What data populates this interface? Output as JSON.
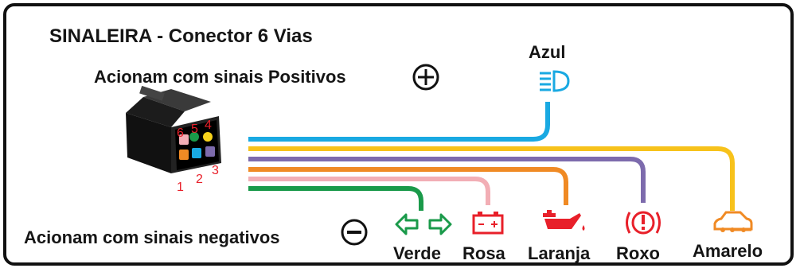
{
  "title": "SINALEIRA - Conector 6 Vias",
  "positive_label": "Acionam com sinais Positivos",
  "negative_label": "Acionam com sinais negativos",
  "connector": {
    "pin_numbers": [
      "1",
      "2",
      "3",
      "4",
      "5",
      "6"
    ]
  },
  "wires": [
    {
      "name": "Azul",
      "color": "#19a9e2",
      "icon": "high-beam-headlight-icon"
    },
    {
      "name": "Amarelo",
      "color": "#f7c21b",
      "icon": "car-alarm-icon"
    },
    {
      "name": "Roxo",
      "color": "#7d6bad",
      "icon": "brake-warning-icon"
    },
    {
      "name": "Laranja",
      "color": "#f08a24",
      "icon": "oil-pressure-icon"
    },
    {
      "name": "Rosa",
      "color": "#f2aeb5",
      "icon": "battery-icon"
    },
    {
      "name": "Verde",
      "color": "#1a9a4a",
      "icon": "turn-signal-arrows-icon"
    }
  ]
}
